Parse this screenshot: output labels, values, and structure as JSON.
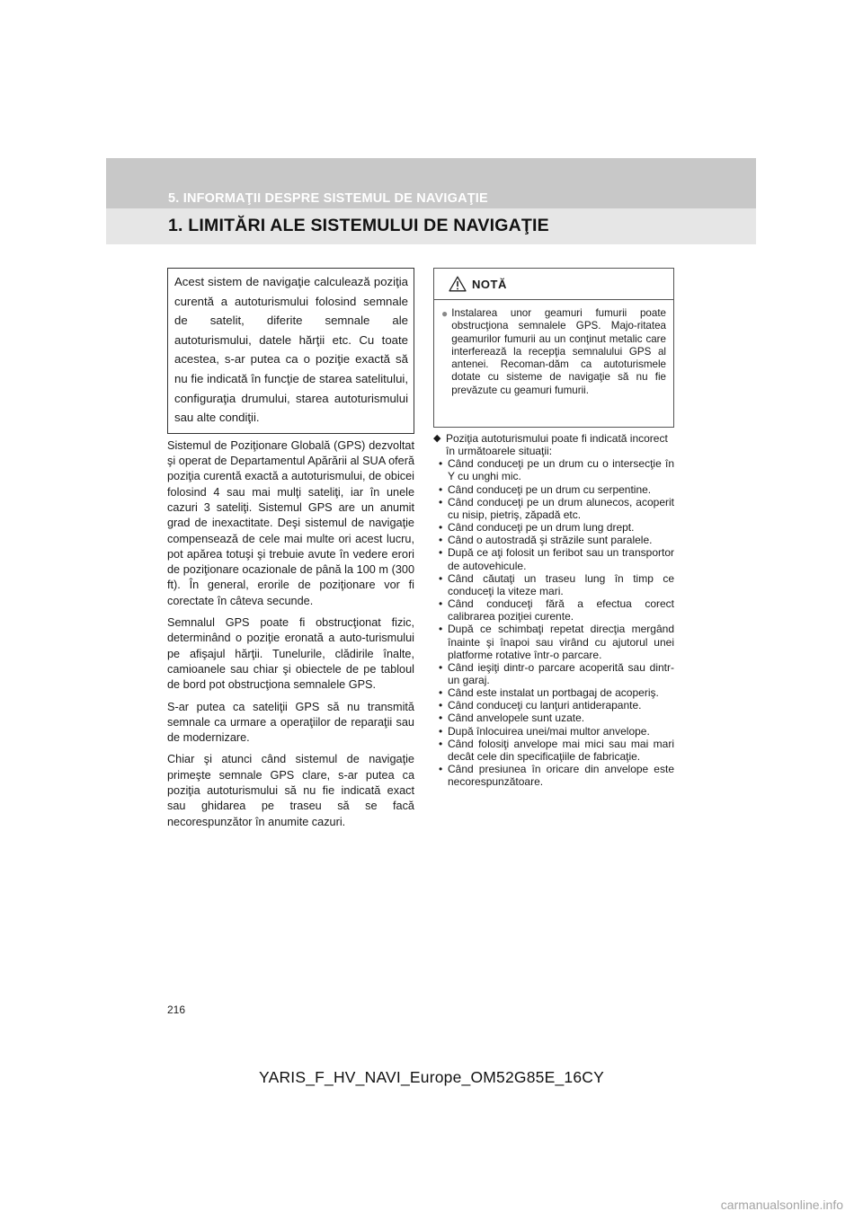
{
  "header": {
    "section": "5. INFORMAŢII DESPRE SISTEMUL DE NAVIGAŢIE",
    "chapter": "1. LIMITĂRI ALE SISTEMULUI DE NAVIGAŢIE"
  },
  "intro": "Acest sistem de navigaţie calculează poziţia curentă a autoturismului folosind semnale de satelit, diferite semnale ale autoturismului, datele hărţii etc. Cu toate acestea, s-ar putea ca o poziţie exactă să nu fie indicată în funcţie de starea satelitului, configuraţia drumului, starea autoturismului sau alte condiţii.",
  "paragraphs": [
    "Sistemul de Poziţionare Globală (GPS) dezvoltat şi operat de Departamentul Apărării al SUA oferă poziţia curentă exactă a autoturismului, de obicei folosind 4 sau mai mulţi sateliţi, iar în unele cazuri 3 sateliţi. Sistemul GPS are un anumit grad de inexactitate. Deşi sistemul de navigaţie compensează de cele mai multe ori acest lucru, pot apărea totuşi şi trebuie avute în vedere erori de poziţionare ocazionale de până la 100 m (300 ft). În general, erorile de poziţionare vor fi corectate în câteva secunde.",
    "Semnalul GPS poate fi obstrucţionat fizic, determinând o poziţie eronată a auto-turismului pe afişajul hărţii. Tunelurile, clădirile înalte, camioanele sau chiar şi obiectele de pe tabloul de bord pot obstrucţiona semnalele GPS.",
    "S-ar putea ca sateliţii GPS să nu transmită semnale ca urmare a operaţiilor de reparaţii sau de modernizare.",
    "Chiar şi atunci când sistemul de navigaţie primeşte semnale GPS clare, s-ar putea ca poziţia autoturismului să nu fie indicată exact sau ghidarea pe traseu să se facă necorespunzător în anumite cazuri."
  ],
  "note": {
    "title": "NOTĂ",
    "text": "Instalarea unor geamuri fumurii poate obstrucţiona semnalele GPS. Majo-ritatea geamurilor fumurii au un conţinut metalic care interferează la recepţia semnalului GPS al antenei. Recoman-dăm ca autoturismele dotate cu sisteme de navigaţie să nu fie prevăzute cu geamuri fumurii."
  },
  "situations": {
    "heading": "Poziţia autoturismului poate fi indicată incorect în următoarele situaţii:",
    "items": [
      "Când conduceţi pe un drum cu o intersecţie în Y cu unghi mic.",
      "Când conduceţi pe un drum cu serpentine.",
      "Când conduceţi pe un drum alunecos, acoperit cu nisip, pietriş, zăpadă etc.",
      "Când conduceţi pe un drum lung drept.",
      "Când o autostradă şi străzile sunt paralele.",
      "După ce aţi folosit un feribot sau un transportor de autovehicule.",
      "Când căutaţi un traseu lung în timp ce conduceţi la viteze mari.",
      "Când conduceţi fără a efectua corect calibrarea poziţiei curente.",
      "După ce schimbaţi repetat direcţia mergând înainte şi înapoi sau virând cu ajutorul unei platforme rotative într-o parcare.",
      "Când ieşiţi dintr-o parcare acoperită sau dintr-un garaj.",
      "Când este instalat un portbagaj de acoperiş.",
      "Când conduceţi cu lanţuri antiderapante.",
      "Când anvelopele sunt uzate.",
      "După înlocuirea unei/mai multor anvelope.",
      "Când folosiţi anvelope mai mici sau mai mari decât cele din specificaţiile de fabricaţie.",
      "Când presiunea în oricare din anvelope este necorespunzătoare."
    ]
  },
  "footer": {
    "page": "216",
    "code": "YARIS_F_HV_NAVI_Europe_OM52G85E_16CY",
    "watermark": "carmanualsonline.info"
  },
  "icons": {
    "note_icon": "warning-triangle-icon",
    "note_bullet": "circle-bullet-icon",
    "list_bullet": "diamond-bullet-icon"
  }
}
